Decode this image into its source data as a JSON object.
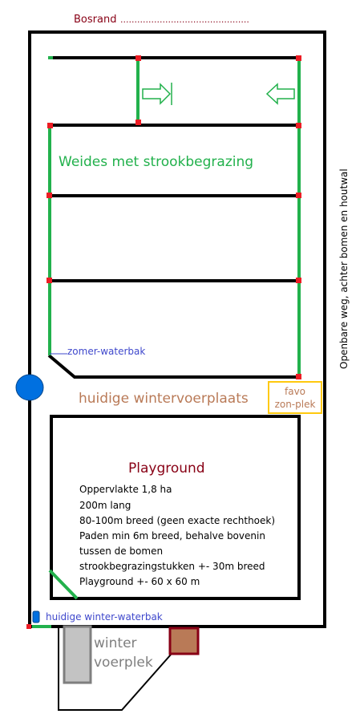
{
  "labels": {
    "bosrand": "Bosrand",
    "bosrand_dots": "..............................................",
    "weides": "Weides met strookbegrazing",
    "openbare_weg": "Openbare weg, achter bomen en houtwal",
    "zomer_waterbak": "zomer-waterbak",
    "wintervoerplaats": "huidige wintervoerplaats",
    "favo_line1": "favo",
    "favo_line2": "zon-plek",
    "playground_title": "Playground",
    "winter_waterbak": "huidige winter-waterbak",
    "winter_line1": "winter",
    "winter_line2": "voerplek"
  },
  "playground_details": [
    "Oppervlakte 1,8 ha",
    "200m lang",
    "80-100m breed (geen exacte rechthoek)",
    "Paden min 6m breed, behalve bovenin",
    "tussen de bomen",
    "strookbegrazingstukken +- 30m breed",
    "Playground +- 60 x 60 m"
  ],
  "colors": {
    "fence": "#000000",
    "strip_fence": "#22b14c",
    "post": "#ed1c24",
    "green_text": "#22b14c",
    "blue_text": "#3f48cc",
    "water_blue": "#0070e0",
    "brown_text": "#b97a57",
    "orange": "#ffc90e",
    "dark_red": "#880015",
    "winter_gray": "#7f7f7f",
    "winter_fill": "#c3c3c3",
    "brown_fill": "#b97a57"
  }
}
